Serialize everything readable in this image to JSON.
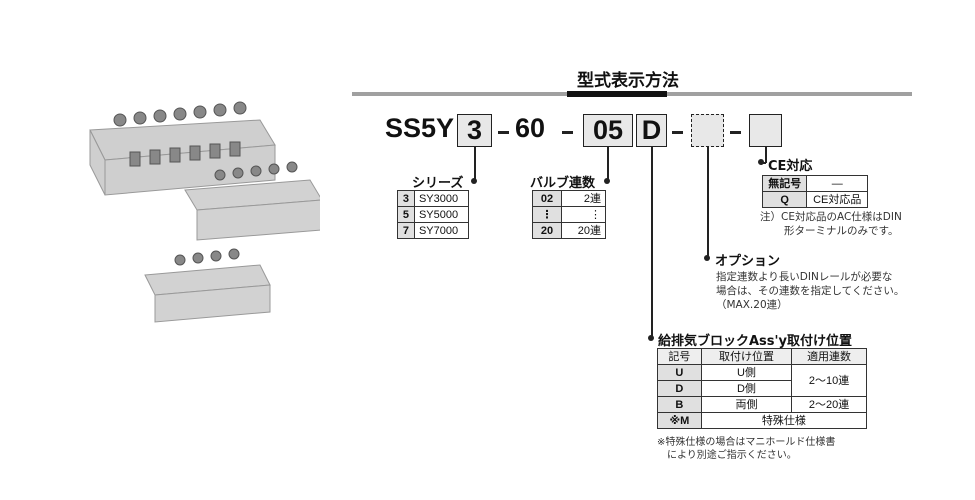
{
  "title": "型式表示方法",
  "model": {
    "prefix": "SS5Y",
    "series": "3",
    "sep": "−",
    "mount": "60",
    "stations": "05",
    "position": "D",
    "option": "",
    "ce": ""
  },
  "series": {
    "label": "シリーズ",
    "rows": [
      [
        "3",
        "SY3000"
      ],
      [
        "5",
        "SY5000"
      ],
      [
        "7",
        "SY7000"
      ]
    ]
  },
  "valve_stations": {
    "label": "バルブ連数",
    "rows": [
      [
        "02",
        "2連"
      ],
      [
        "⋮",
        "⋮"
      ],
      [
        "20",
        "20連"
      ]
    ]
  },
  "ce": {
    "label": "CE対応",
    "rows": [
      [
        "無記号",
        "—"
      ],
      [
        "Q",
        "CE対応品"
      ]
    ],
    "note1": "注）CE対応品のAC仕様はDIN",
    "note2": "形ターミナルのみです。"
  },
  "option": {
    "label": "オプション",
    "line1": "指定連数より長いDINレールが必要な",
    "line2": "場合は、その連数を指定してください。",
    "line3": "（MAX.20連）"
  },
  "exhaust": {
    "label": "給排気ブロックAss'y取付け位置",
    "headers": [
      "記号",
      "取付け位置",
      "適用連数"
    ],
    "rows": [
      {
        "code": "U",
        "pos": "U側"
      },
      {
        "code": "D",
        "pos": "D側"
      },
      {
        "code": "B",
        "pos": "両側",
        "n": "2〜20連"
      },
      {
        "code": "※M",
        "pos": "特殊仕様"
      }
    ],
    "ud_stations": "2〜10連",
    "note1": "※特殊仕様の場合はマニホールド仕様書",
    "note2": "により別途ご指示ください。"
  }
}
